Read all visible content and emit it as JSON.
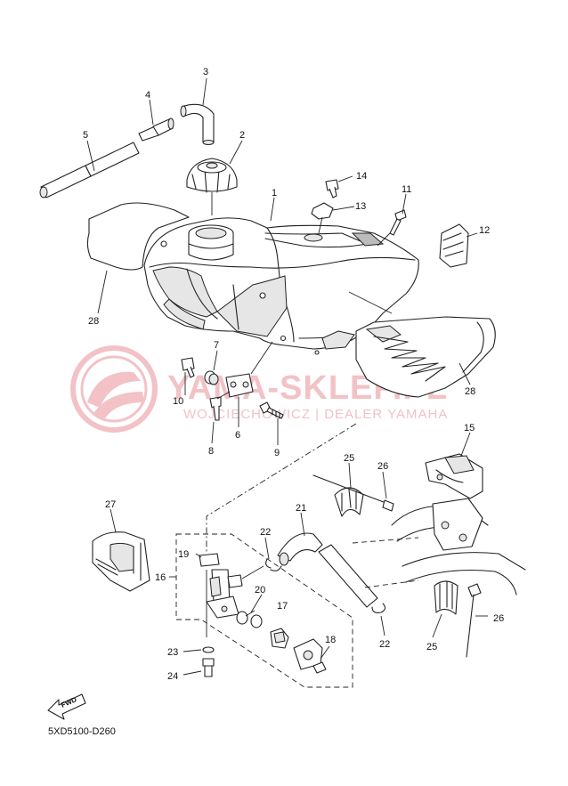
{
  "diagram_code": "5XD5100-D260",
  "fwd_label": "FWD",
  "watermark": {
    "title": "YAMA-SKLEP.PL",
    "subtitle": "WOJCIECHOWICZ | DEALER YAMAHA",
    "color": "#f2c2c6"
  },
  "callouts": {
    "c1": "1",
    "c2": "2",
    "c3": "3",
    "c4": "4",
    "c5": "5",
    "c6": "6",
    "c7": "7",
    "c8": "8",
    "c9": "9",
    "c10": "10",
    "c11": "11",
    "c12": "12",
    "c13": "13",
    "c14": "14",
    "c15": "15",
    "c16": "16",
    "c17": "17",
    "c18": "18",
    "c19": "19",
    "c20": "20",
    "c21": "21",
    "c22a": "22",
    "c22b": "22",
    "c23": "23",
    "c24": "24",
    "c25a": "25",
    "c25b": "25",
    "c26a": "26",
    "c26b": "26",
    "c27": "27",
    "c28a": "28",
    "c28b": "28"
  }
}
